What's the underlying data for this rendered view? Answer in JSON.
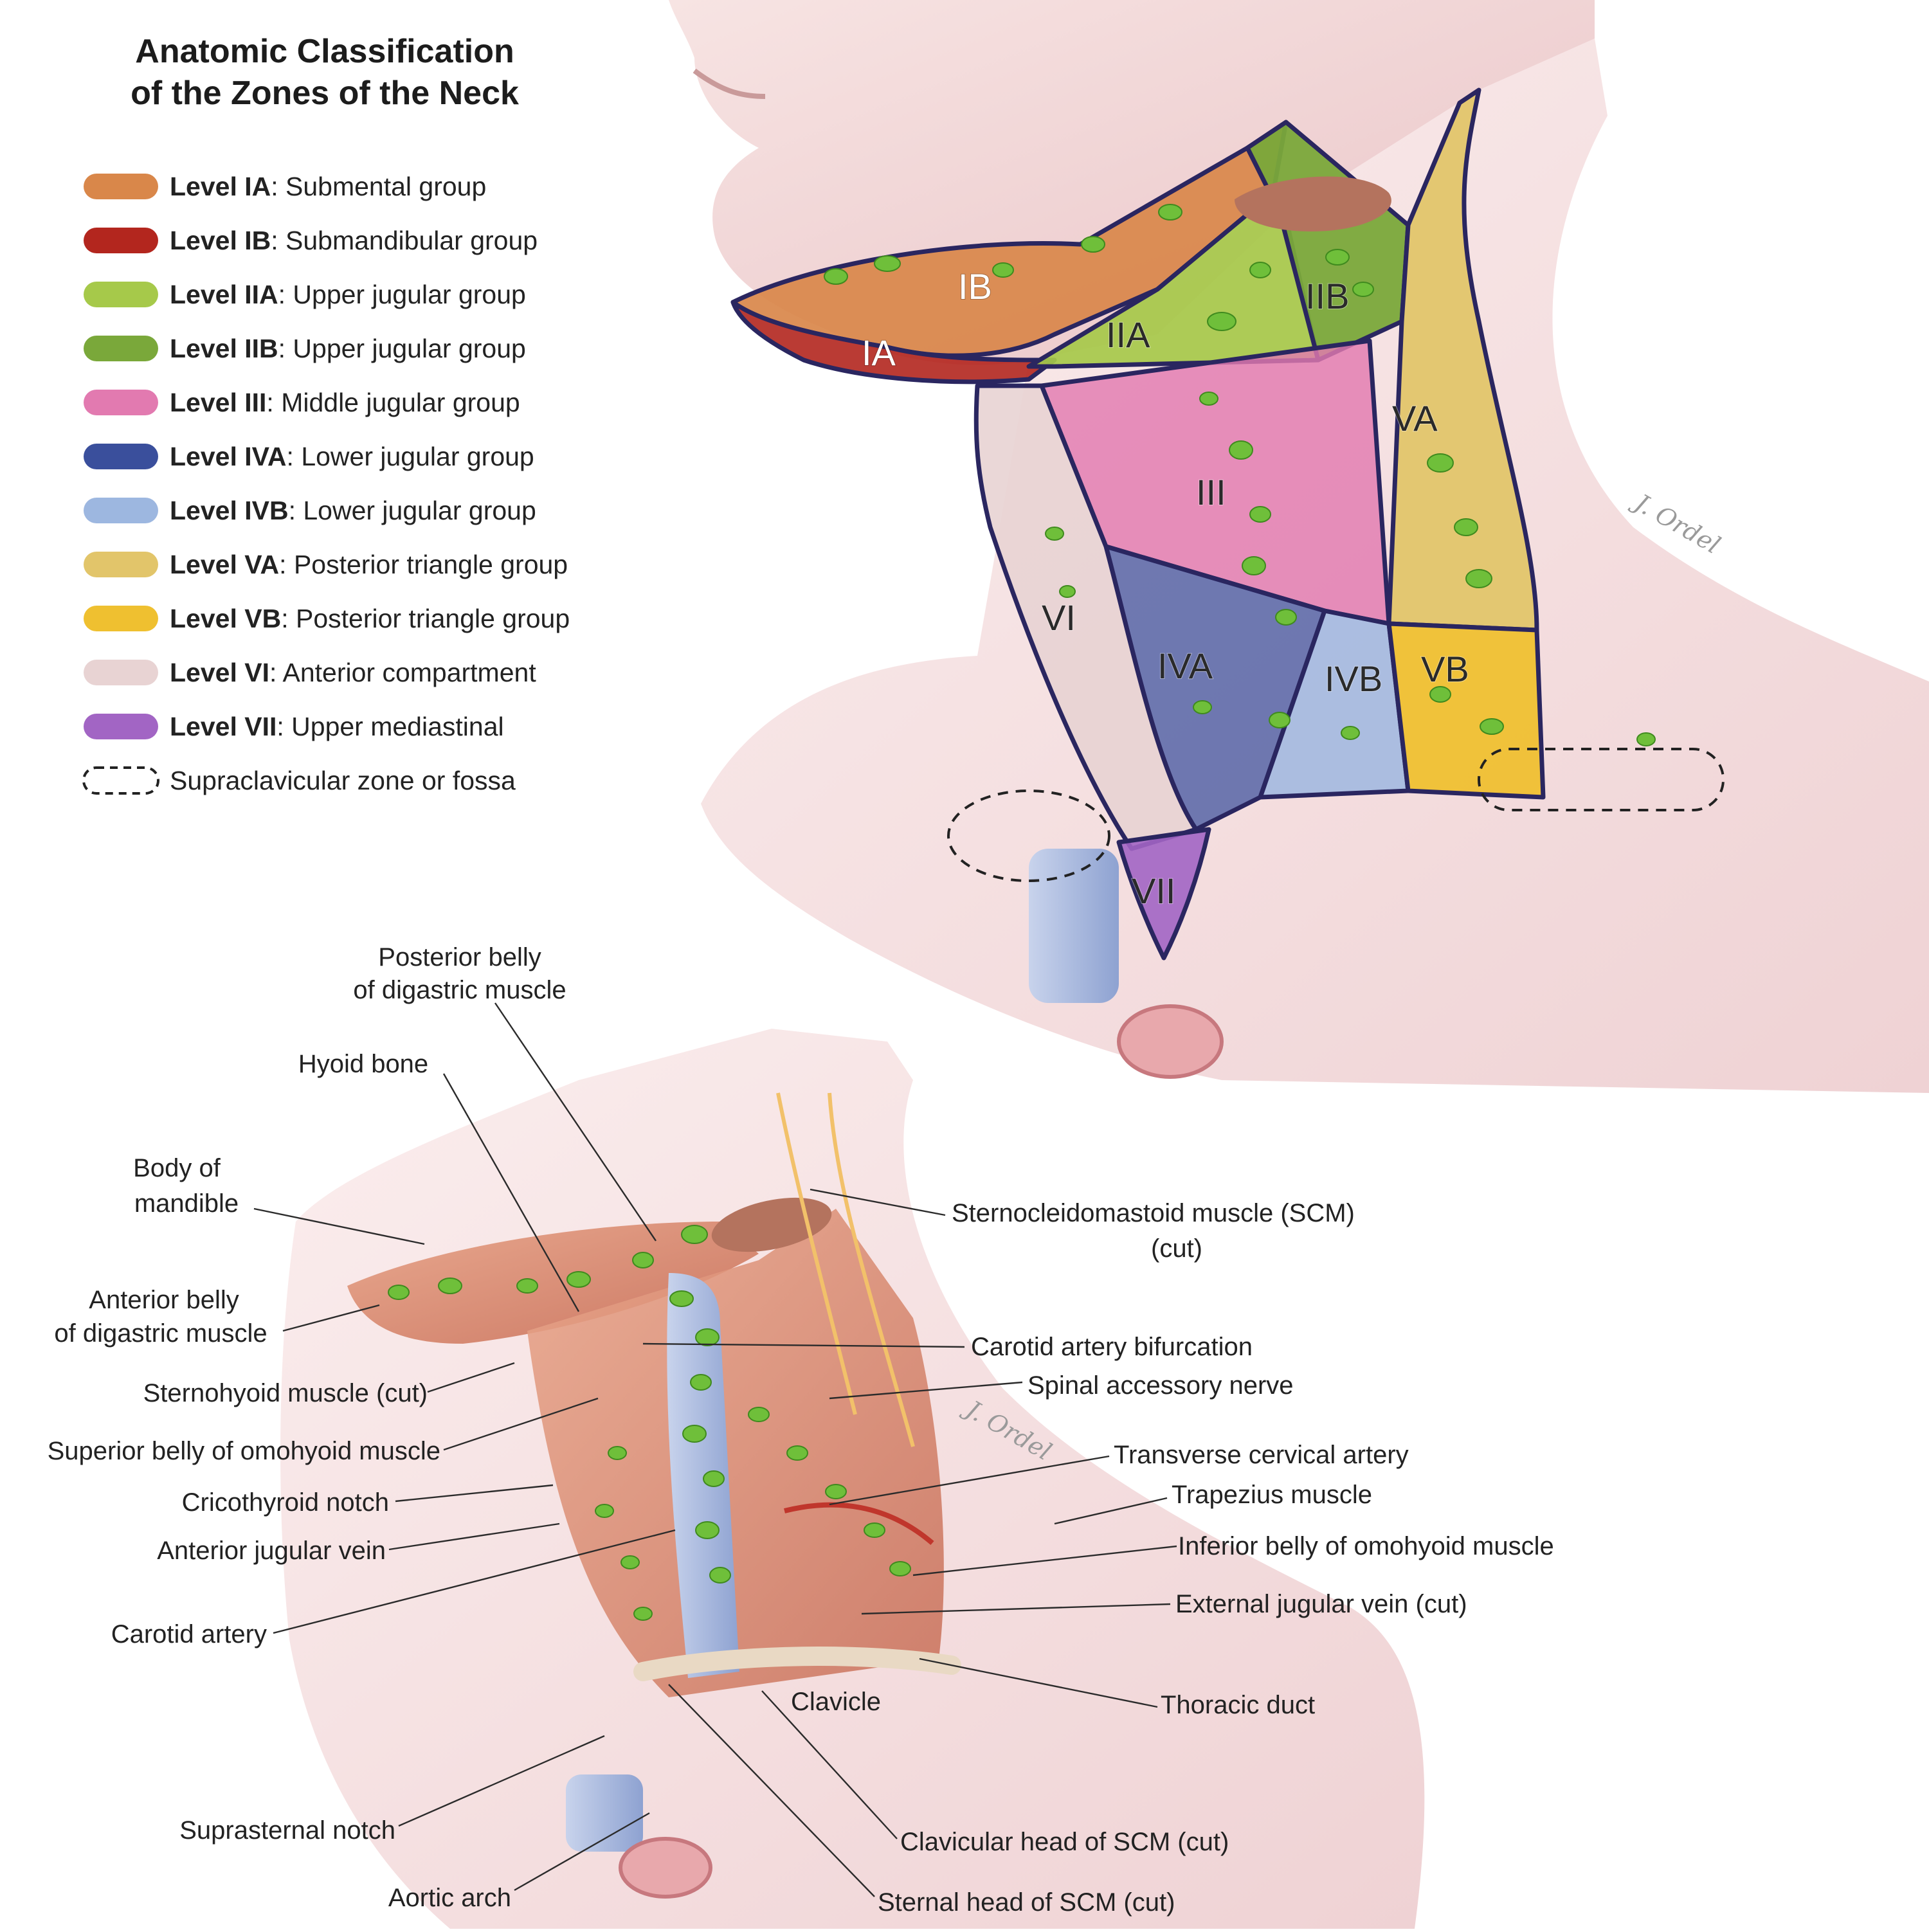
{
  "title": {
    "line1": "Anatomic Classification",
    "line2": "of the Zones of the Neck"
  },
  "legend": [
    {
      "level": "Level IA",
      "desc": ": Submental group",
      "color": "#d9874a"
    },
    {
      "level": "Level IB",
      "desc": ": Submandibular group",
      "color": "#b3261e"
    },
    {
      "level": "Level IIA",
      "desc": ": Upper jugular group",
      "color": "#a6c94a"
    },
    {
      "level": "Level IIB",
      "desc": ": Upper jugular group",
      "color": "#7aa83a"
    },
    {
      "level": "Level III",
      "desc": ": Middle jugular group",
      "color": "#e27ab0"
    },
    {
      "level": "Level IVA",
      "desc": ": Lower jugular group",
      "color": "#3a4f9c"
    },
    {
      "level": "Level IVB",
      "desc": ": Lower jugular group",
      "color": "#9db7e0"
    },
    {
      "level": "Level VA",
      "desc": ": Posterior triangle group",
      "color": "#e2c56a"
    },
    {
      "level": "Level VB",
      "desc": ": Posterior triangle group",
      "color": "#efc030"
    },
    {
      "level": "Level VI",
      "desc": ": Anterior compartment",
      "color": "#e8d3d3"
    },
    {
      "level": "Level VII",
      "desc": ": Upper mediastinal",
      "color": "#a265c4"
    }
  ],
  "legend_dashed": "Supraclavicular zone or fossa",
  "zones": {
    "IA": "IA",
    "IB": "IB",
    "IIA": "IIA",
    "IIB": "IIB",
    "III": "III",
    "IVA": "IVA",
    "IVB": "IVB",
    "VA": "VA",
    "VB": "VB",
    "VI": "VI",
    "VII": "VII"
  },
  "callouts": {
    "posterior_belly_1": "Posterior belly",
    "posterior_belly_2": "of digastric muscle",
    "hyoid_bone": "Hyoid bone",
    "body_mandible_1": "Body of",
    "body_mandible_2": "mandible",
    "anterior_belly_1": "Anterior belly",
    "anterior_belly_2": "of digastric muscle",
    "sternohyoid": "Sternohyoid muscle (cut)",
    "superior_omohyoid": "Superior belly of omohyoid muscle",
    "cricothyroid": "Cricothyroid notch",
    "anterior_jugular": "Anterior jugular vein",
    "carotid_artery": "Carotid artery",
    "suprasternal": "Suprasternal notch",
    "aortic_arch": "Aortic arch",
    "scm_1": "Sternocleidomastoid muscle (SCM)",
    "scm_2": "(cut)",
    "carotid_bifurcation": "Carotid artery bifurcation",
    "spinal_accessory": "Spinal accessory nerve",
    "transverse_cervical": "Transverse cervical artery",
    "trapezius": "Trapezius muscle",
    "inferior_omohyoid": "Inferior belly of omohyoid muscle",
    "external_jugular": "External jugular vein (cut)",
    "thoracic_duct": "Thoracic duct",
    "clavicle": "Clavicle",
    "clavicular_head": "Clavicular head of SCM (cut)",
    "sternal_head": "Sternal head of SCM (cut)"
  },
  "signature": "J. Ordel"
}
